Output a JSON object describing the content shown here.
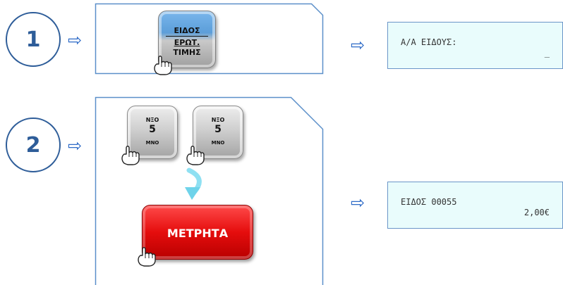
{
  "steps": [
    {
      "number": "1"
    },
    {
      "number": "2"
    }
  ],
  "arrow_glyph": "⇨",
  "keys": {
    "item_query": {
      "line1": "ΕΙΔΟΣ",
      "line2": "ΕΡΩΤ.",
      "line3": "ΤΙΜΗΣ"
    },
    "digit_1": {
      "top": "ΝΞΟ",
      "digit": "5",
      "bottom": "ΜΝΟ"
    },
    "digit_2": {
      "top": "ΝΞΟ",
      "digit": "5",
      "bottom": "ΜΝΟ"
    },
    "cash": {
      "label": "ΜΕΤΡΗΤΑ"
    }
  },
  "displays": [
    {
      "line1": "Α/Α ΕΙΔΟΥΣ:",
      "line2": "_"
    },
    {
      "line1": "ΕΙΔΟΣ 00055",
      "line2": "2,00€"
    }
  ],
  "colors": {
    "step_circle": "#2e5d99",
    "arrow": "#2e6bc7",
    "panel_border": "#5b8fc9",
    "display_bg": "#e9fcfc",
    "cash_key": "#e50d0d",
    "query_key_top": "#5c9ed9"
  }
}
